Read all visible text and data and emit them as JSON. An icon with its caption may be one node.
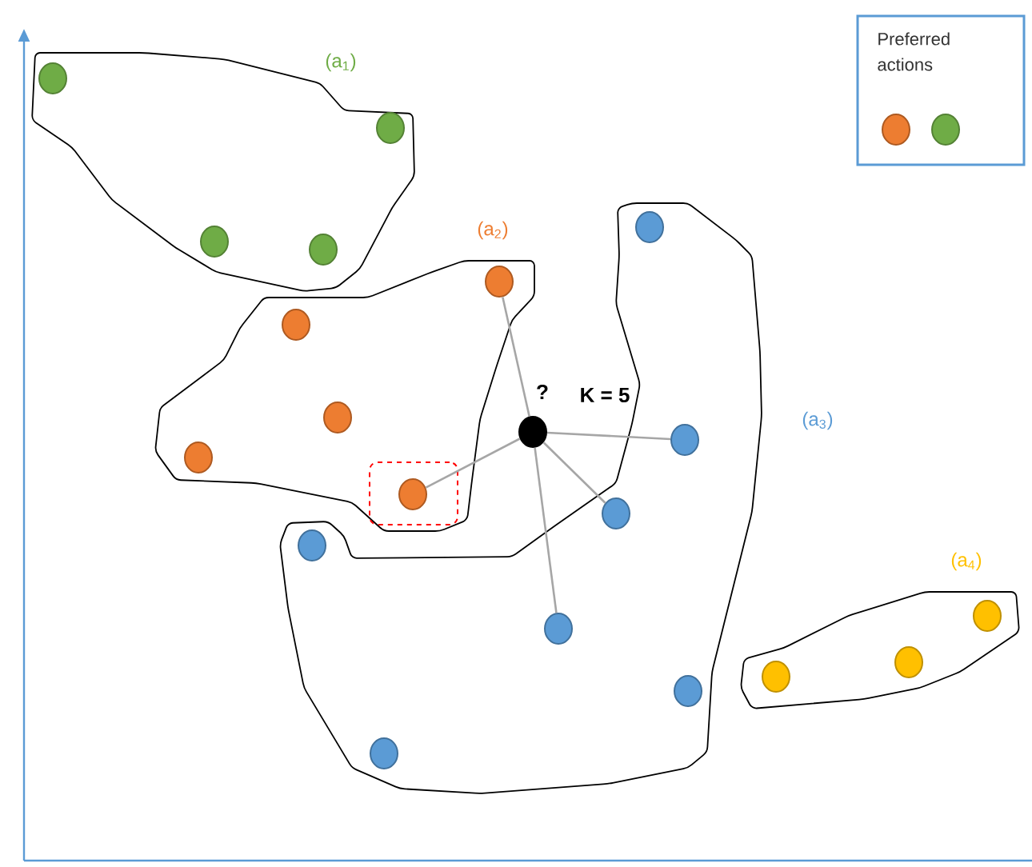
{
  "diagram": {
    "nodes": [
      {
        "text": [
          "Preferred actions"
        ]
      },
      {
        "text": [],
        "shape": "circle",
        "in": 0
      },
      {
        "text": [],
        "shape": "circle",
        "in": 0
      },
      {
        "text": [
          "(a$_{1}$)"
        ]
      },
      {
        "text": [],
        "shape": "circle",
        "in": 3
      },
      {
        "text": [],
        "shape": "circle",
        "in": 3
      },
      {
        "text": [],
        "shape": "circle",
        "in": 3
      },
      {
        "text": [],
        "shape": "circle",
        "in": 3
      },
      {
        "text": [
          "(a$_{2}$)"
        ]
      },
      {
        "text": [],
        "shape": "circle",
        "in": 8
      },
      {
        "text": [],
        "shape": "circle",
        "in": 8
      },
      {
        "text": [],
        "shape": "circle",
        "in": 8
      },
      {
        "text": [],
        "shape": "circle",
        "in": 8
      },
      {
        "text": [],
        "shape": "box",
        "in": 8
      },
      {
        "text": [],
        "shape": "circle",
        "in": 13
      },
      {
        "text": [],
        "shape": "circle",
        "beside": [
          "?"
        ]
      },
      {
        "text": [
          "(a$_{3}$)"
        ]
      },
      {
        "text": [],
        "shape": "circle",
        "in": 16
      },
      {
        "text": [],
        "shape": "circle",
        "in": 16
      },
      {
        "text": [],
        "shape": "circle",
        "in": 16
      },
      {
        "text": [],
        "shape": "circle",
        "in": 16
      },
      {
        "text": [],
        "shape": "circle",
        "in": 16
      },
      {
        "text": [],
        "shape": "circle",
        "in": 16
      },
      {
        "text": [],
        "shape": "circle",
        "in": 16
      },
      {
        "text": [
          "(a$_{4}$)"
        ]
      },
      {
        "text": [],
        "shape": "circle",
        "in": 24
      },
      {
        "text": [],
        "shape": "circle",
        "in": 24
      },
      {
        "text": [],
        "shape": "circle",
        "in": 24
      }
    ],
    "edges": [
      {
        "from": 15,
        "to": 9,
        "arrow": "none"
      },
      {
        "from": 15,
        "to": 14,
        "arrow": "none"
      },
      {
        "from": 15,
        "to": 18,
        "arrow": "none"
      },
      {
        "from": 15,
        "to": 19,
        "arrow": "none"
      },
      {
        "from": 15,
        "to": 21,
        "arrow": "none"
      }
    ],
    "labels": [
      "K = 5"
    ]
  }
}
